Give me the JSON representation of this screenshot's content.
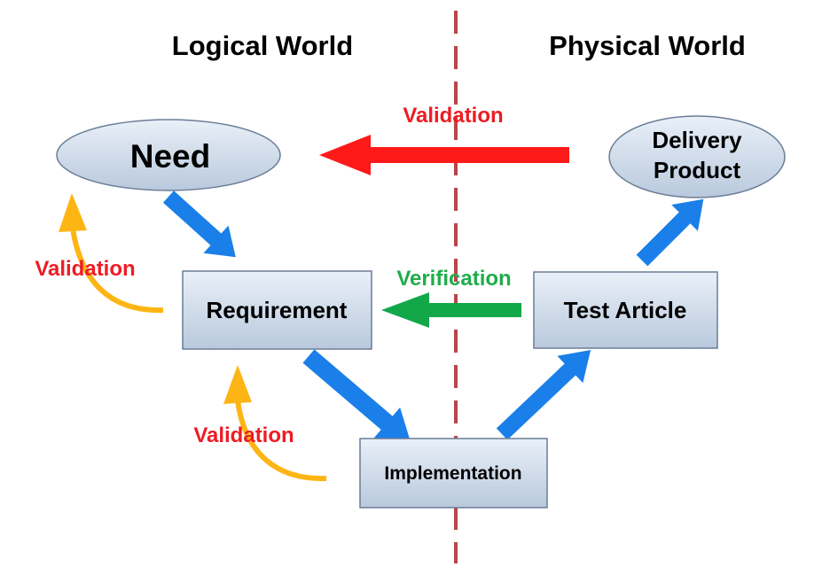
{
  "headings": {
    "logical": "Logical World",
    "physical": "Physical World"
  },
  "nodes": {
    "need": "Need",
    "delivery_line1": "Delivery",
    "delivery_line2": "Product",
    "requirement": "Requirement",
    "test_article": "Test Article",
    "implementation": "Implementation"
  },
  "labels": {
    "validation_top": "Validation",
    "verification": "Verification",
    "validation_left": "Validation",
    "validation_bottom": "Validation"
  },
  "colors": {
    "validation_text": "#ee1c24",
    "verification_text": "#1fad4b",
    "validation_arrow": "#ff1a1a",
    "verification_arrow": "#12a84a",
    "flow_arrow": "#1a7fe8",
    "feedback_arrow": "#fdb515",
    "divider": "#b8454a",
    "node_fill": "#cdd9e8",
    "node_stroke": "#6a7d96"
  }
}
